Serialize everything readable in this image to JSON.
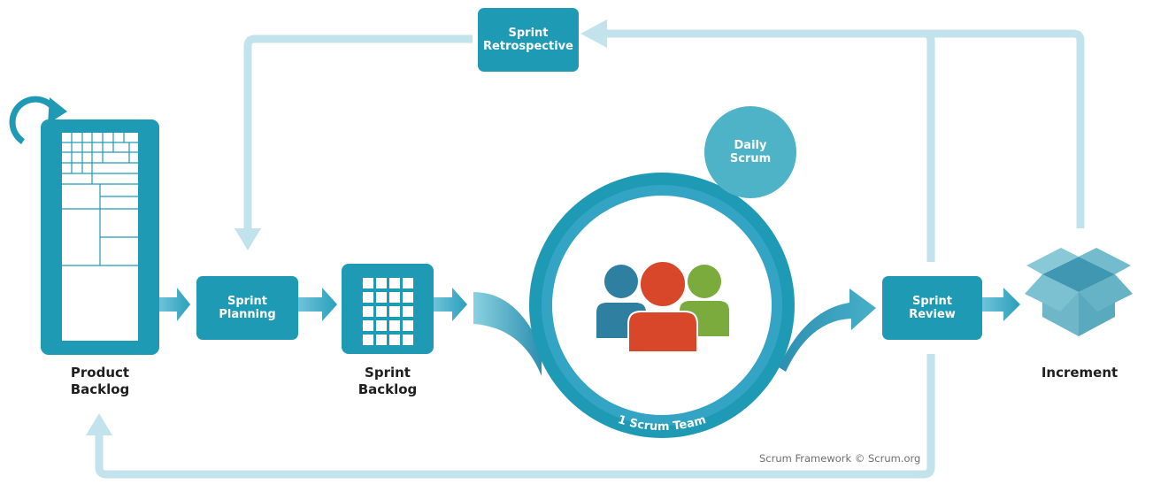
{
  "product_backlog": {
    "line1": "Product",
    "line2": "Backlog"
  },
  "sprint_planning": {
    "line1": "Sprint",
    "line2": "Planning"
  },
  "sprint_backlog": {
    "line1": "Sprint",
    "line2": "Backlog"
  },
  "sprint_retrospective": {
    "line1": "Sprint",
    "line2": "Retrospective"
  },
  "daily_scrum": {
    "line1": "Daily",
    "line2": "Scrum"
  },
  "scrum_team": {
    "label": "1 Scrum Team"
  },
  "sprint_review": {
    "line1": "Sprint",
    "line2": "Review"
  },
  "increment": {
    "label": "Increment"
  },
  "credit": {
    "text": "Scrum Framework © Scrum.org"
  },
  "colors": {
    "primary": "#1f9ab5",
    "light_loop": "#c3e3ec",
    "team_left": "#2e7fa0",
    "team_center": "#d9472b",
    "team_right": "#7aab3c"
  }
}
